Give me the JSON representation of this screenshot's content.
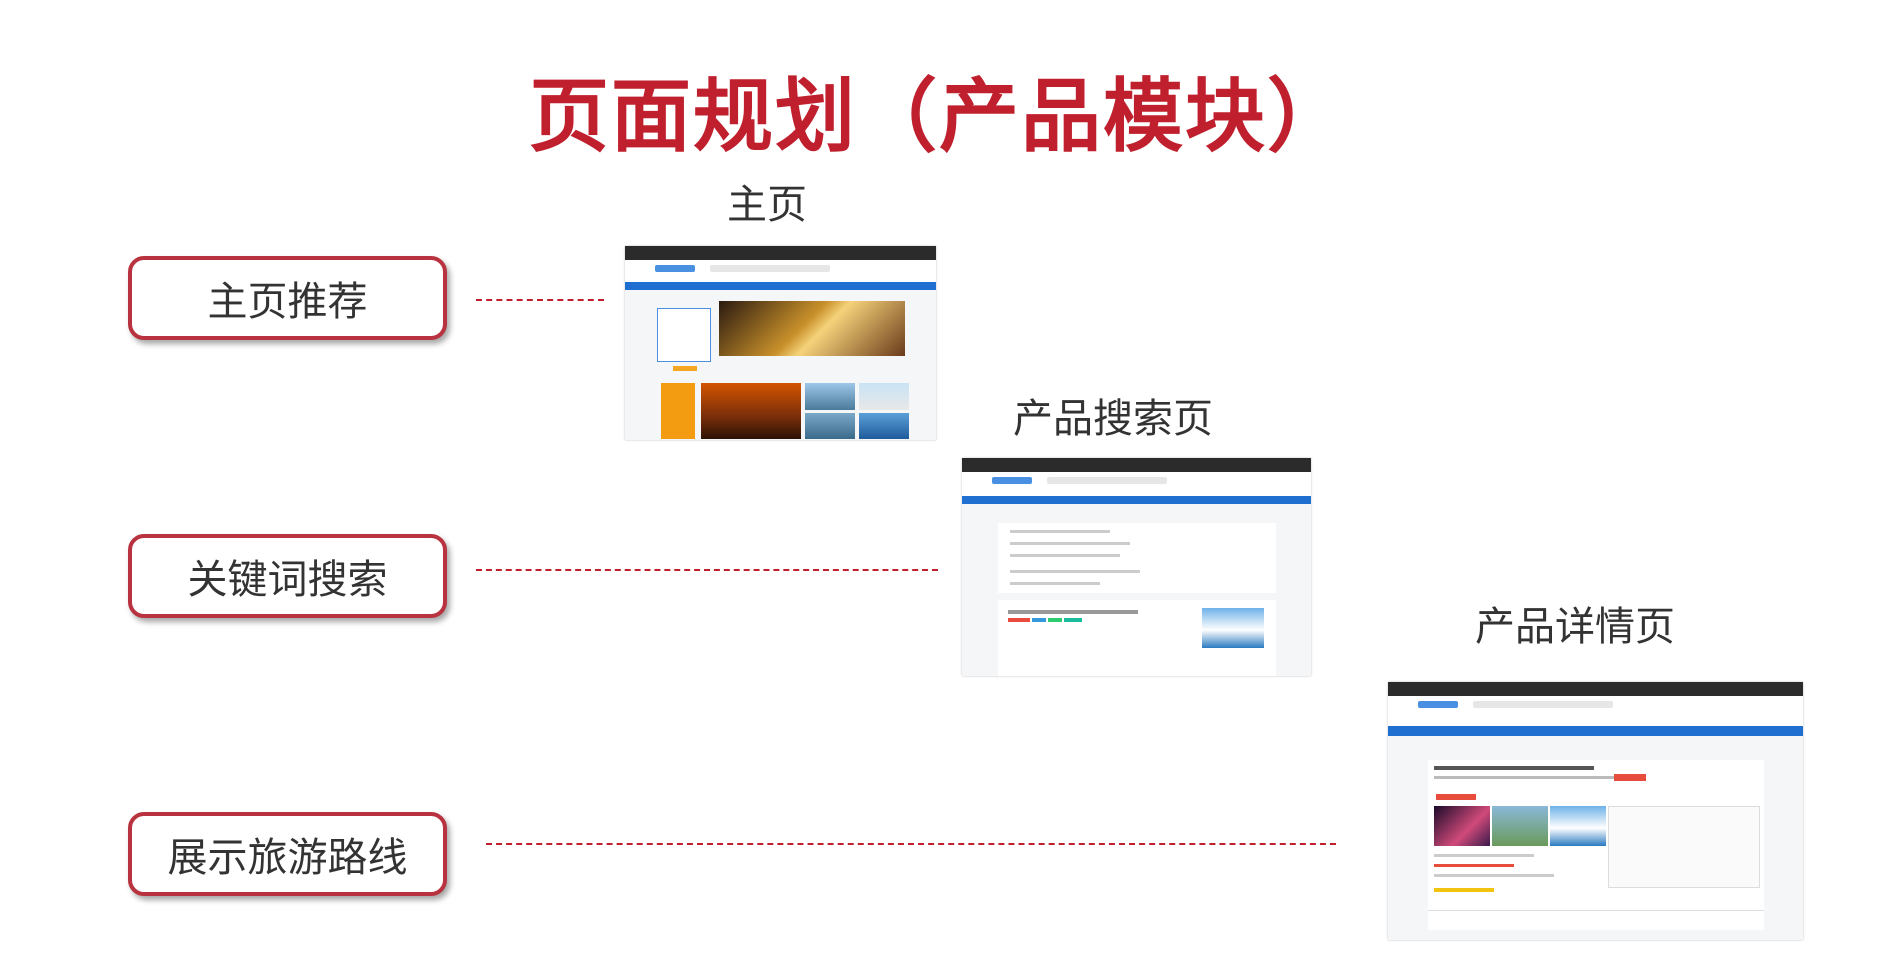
{
  "title": "页面规划（产品模块）",
  "features": [
    {
      "label": "主页推荐"
    },
    {
      "label": "关键词搜索"
    },
    {
      "label": "展示旅游路线"
    }
  ],
  "pages": [
    {
      "caption": "主页",
      "thumbnail_icon": "homepage-screenshot"
    },
    {
      "caption": "产品搜索页",
      "thumbnail_icon": "search-page-screenshot"
    },
    {
      "caption": "产品详情页",
      "thumbnail_icon": "detail-page-screenshot"
    }
  ],
  "colors": {
    "accent": "#c0202e",
    "box_border": "#b8333f",
    "nav_blue": "#1f6fd1"
  }
}
